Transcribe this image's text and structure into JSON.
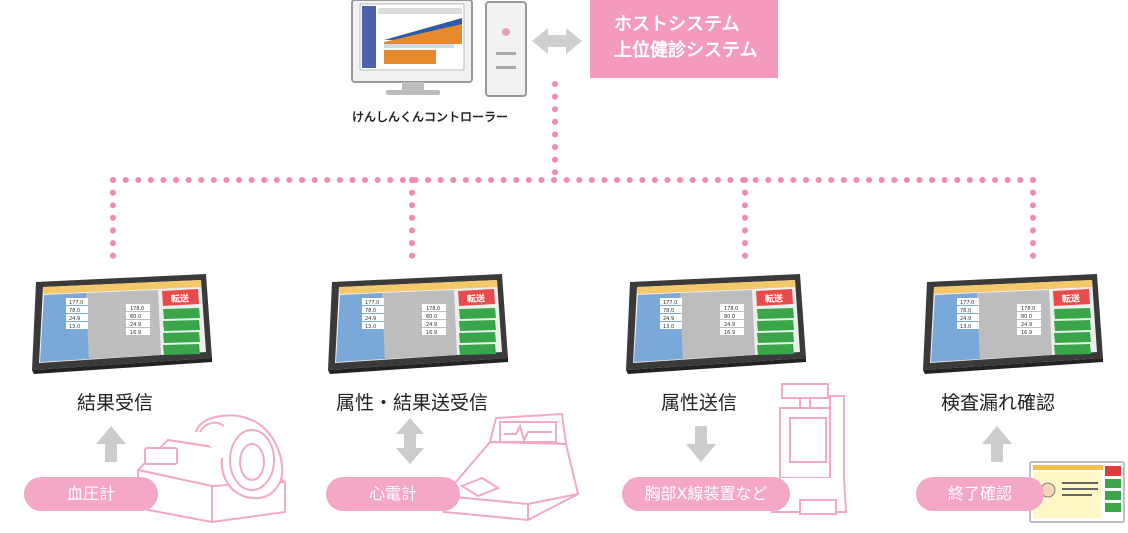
{
  "host_system": {
    "line1": "ホストシステム",
    "line2": "上位健診システム"
  },
  "pc_label": "けんしんくんコントローラー",
  "tablet": {
    "send_button": "転送",
    "values_left": [
      "177.0",
      "78.0",
      "24.9",
      "13.0"
    ],
    "values_right": [
      "178.0",
      "80.0",
      "24.9",
      "16.9"
    ]
  },
  "modules": [
    {
      "function_label": "結果受信",
      "device_label": "血圧計",
      "arrow": "up"
    },
    {
      "function_label": "属性・結果送受信",
      "device_label": "心電計",
      "arrow": "both"
    },
    {
      "function_label": "属性送信",
      "device_label": "胸部X線装置など",
      "arrow": "down"
    },
    {
      "function_label": "検査漏れ確認",
      "device_label": "終了確認",
      "arrow": "up"
    }
  ],
  "colors": {
    "pink": "#f39abd",
    "pink_light": "#f5a7c6",
    "dots": "#f08cb4",
    "arrow_gray": "#cccccc"
  }
}
